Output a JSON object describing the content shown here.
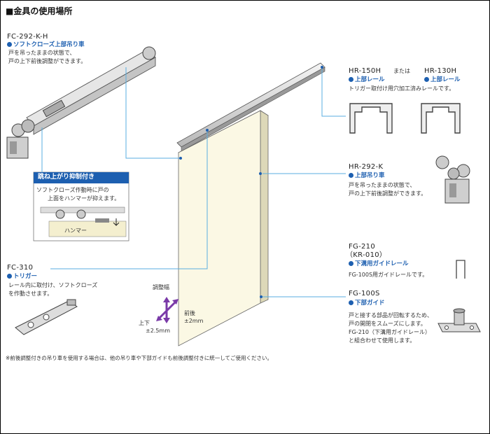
{
  "title": "■金具の使用場所",
  "items": {
    "fc292": {
      "code": "FC-292-K-H",
      "name": "ソフトクローズ上部吊り車",
      "desc1": "戸を吊ったままの状態で、",
      "desc2": "戸の上下前後調整ができます。"
    },
    "rail": {
      "code1": "HR-150H",
      "or": "または",
      "code2": "HR-130H",
      "name1": "上部レール",
      "name2": "上部レール",
      "desc": "トリガー取付け用穴加工済みレールです。"
    },
    "hr292": {
      "code": "HR-292-K",
      "name": "上部吊り車",
      "desc1": "戸を吊ったままの状態で、",
      "desc2": "戸の上下前後調整ができます。"
    },
    "fg210": {
      "code1": "FG-210",
      "code2": "（KR-010）",
      "name": "下溝用ガイドレール",
      "desc": "FG-100S用ガイドレールです。"
    },
    "fg100s": {
      "code": "FG-100S",
      "name": "下部ガイド",
      "desc1": "戸と接する部品が回転するため、",
      "desc2": "戸の開閉をスムーズにします。",
      "desc3": "FG-210（下溝用ガイドレール）",
      "desc4": "と組合わせて使用します。"
    },
    "fc310": {
      "code": "FC-310",
      "name": "トリガー",
      "desc1": "レール内に取付け、ソフトクローズ",
      "desc2": "を作動させます。"
    }
  },
  "inset": {
    "heading": "跳ね上がり抑制付き",
    "text1": "ソフトクローズ作動時に戸の",
    "text2": "上面をハンマーが抑えます。",
    "hammer": "ハンマー"
  },
  "adjust": {
    "label": "調整幅",
    "fb1": "前後",
    "fb2": "±2mm",
    "ud1": "上下",
    "ud2": "±2.5mm"
  },
  "footnote": "※前後調整付きの吊り車を使用する場合は、他の吊り車や下部ガイドも前後調整付きに統一してご使用ください。",
  "colors": {
    "accent": "#1d5fb0",
    "leader": "#5aaee0",
    "door": "#fbf8e4",
    "arrow": "#7a3aa8"
  }
}
